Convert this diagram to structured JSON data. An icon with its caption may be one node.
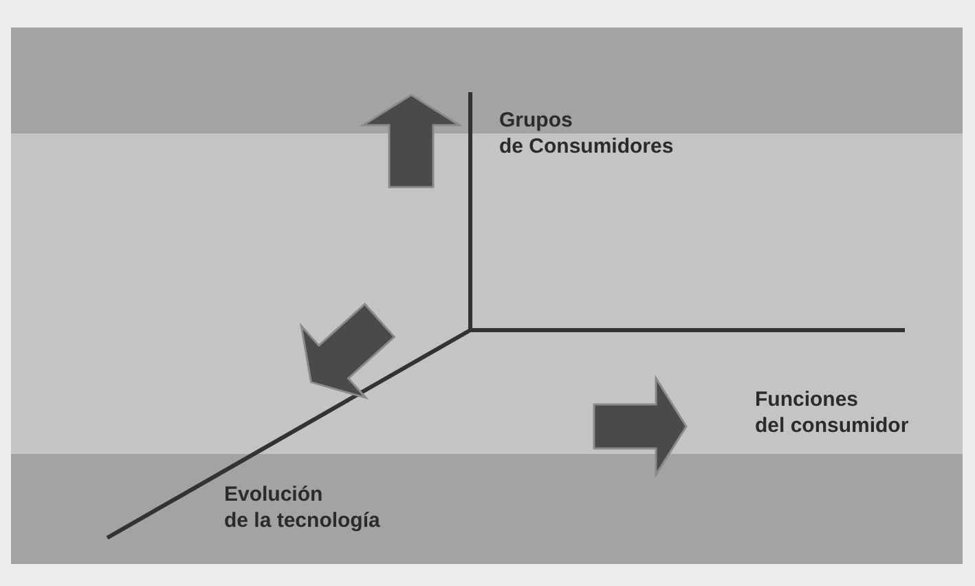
{
  "diagram": {
    "labels": [
      "Grupos de Consumidores",
      "Funciones del consumidor",
      "Evolución de la tecnología"
    ]
  }
}
